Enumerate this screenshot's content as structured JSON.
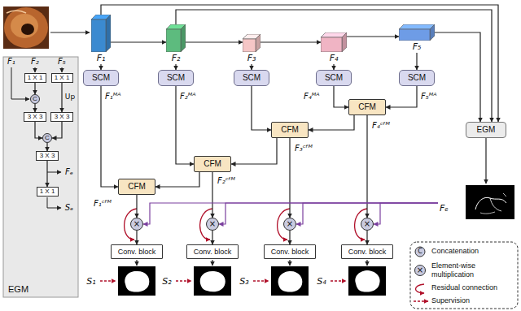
{
  "diagram": {
    "nodes": [
      {
        "text": [
          "EGM"
        ]
      },
      {
        "text": [
          "1 X 1"
        ],
        "in": 0
      },
      {
        "text": [
          "1 X 1"
        ],
        "in": 0
      },
      {
        "text": [
          "C"
        ],
        "in": 0
      },
      {
        "text": [
          "3 X 3"
        ],
        "in": 0
      },
      {
        "text": [
          "3 X 3"
        ],
        "in": 0
      },
      {
        "text": [
          "C"
        ],
        "in": 0
      },
      {
        "text": [
          "3 X 3"
        ],
        "in": 0
      },
      {
        "text": [
          "1 X 1"
        ],
        "in": 0
      },
      {
        "text": [
          "F₁"
        ]
      },
      {
        "text": [
          "F₂"
        ]
      },
      {
        "text": [
          "F₃"
        ]
      },
      {
        "text": [
          "F₄"
        ]
      },
      {
        "text": [
          "F₅"
        ]
      },
      {
        "text": [
          "SCM"
        ]
      },
      {
        "text": [
          "SCM"
        ]
      },
      {
        "text": [
          "SCM"
        ]
      },
      {
        "text": [
          "SCM"
        ]
      },
      {
        "text": [
          "SCM"
        ]
      },
      {
        "text": [
          "EGM"
        ]
      },
      {
        "text": [
          "CFM"
        ]
      },
      {
        "text": [
          "CFM"
        ]
      },
      {
        "text": [
          "CFM"
        ]
      },
      {
        "text": [
          "CFM"
        ]
      },
      {
        "text": [
          "Fₑ"
        ]
      },
      {
        "text": [
          "×"
        ]
      },
      {
        "text": [
          "×"
        ]
      },
      {
        "text": [
          "×"
        ]
      },
      {
        "text": [
          "×"
        ]
      },
      {
        "text": [
          "Conv. block"
        ]
      },
      {
        "text": [
          "Conv. block"
        ]
      },
      {
        "text": [
          "Conv. block"
        ]
      },
      {
        "text": [
          "Conv. block"
        ]
      }
    ],
    "edges": [
      {
        "from": 1,
        "to": 3,
        "arrow": "to"
      },
      {
        "from": 2,
        "to": 5,
        "arrow": "to"
      },
      {
        "from": 3,
        "to": 4,
        "arrow": "to"
      },
      {
        "from": 4,
        "to": 6,
        "arrow": "to"
      },
      {
        "from": 5,
        "to": 6,
        "arrow": "to"
      },
      {
        "from": 6,
        "to": 7,
        "arrow": "to"
      },
      {
        "from": 7,
        "to": 8,
        "arrow": "to"
      },
      {
        "from": 9,
        "to": 10,
        "arrow": "to"
      },
      {
        "from": 10,
        "to": 11,
        "arrow": "to"
      },
      {
        "from": 11,
        "to": 12,
        "arrow": "to"
      },
      {
        "from": 12,
        "to": 13,
        "arrow": "to"
      },
      {
        "from": 9,
        "to": 14,
        "arrow": "to"
      },
      {
        "from": 10,
        "to": 15,
        "arrow": "to"
      },
      {
        "from": 11,
        "to": 16,
        "arrow": "to"
      },
      {
        "from": 12,
        "to": 17,
        "arrow": "to"
      },
      {
        "from": 13,
        "to": 18,
        "arrow": "to"
      },
      {
        "from": 9,
        "to": 19,
        "arrow": "to"
      },
      {
        "from": 10,
        "to": 19,
        "arrow": "to"
      },
      {
        "from": 13,
        "to": 19,
        "arrow": "to"
      },
      {
        "from": 14,
        "to": 23,
        "label": "F₁ᴹᴬ",
        "arrow": "to"
      },
      {
        "from": 15,
        "to": 22,
        "label": "F₂ᴹᴬ",
        "arrow": "to"
      },
      {
        "from": 16,
        "to": 21,
        "arrow": "to"
      },
      {
        "from": 17,
        "to": 20,
        "label": "F₄ᴹᴬ",
        "arrow": "to"
      },
      {
        "from": 18,
        "to": 20,
        "label": "F₅ᴹᴬ",
        "arrow": "to"
      },
      {
        "from": 20,
        "to": 21,
        "arrow": "to"
      },
      {
        "from": 21,
        "to": 22,
        "arrow": "to"
      },
      {
        "from": 22,
        "to": 23,
        "arrow": "to"
      },
      {
        "from": 20,
        "to": 28,
        "label": "F₄ᶜᶠᴹ",
        "arrow": "to"
      },
      {
        "from": 21,
        "to": 27,
        "label": "F₃ᶜᶠᴹ",
        "arrow": "to"
      },
      {
        "from": 22,
        "to": 26,
        "label": "F₂ᶜᶠᴹ",
        "arrow": "to"
      },
      {
        "from": 23,
        "to": 25,
        "label": "F₁ᶜᶠᴹ",
        "arrow": "to"
      },
      {
        "from": 19,
        "to": 24,
        "arrow": "to"
      },
      {
        "from": 24,
        "to": 25,
        "arrow": "to"
      },
      {
        "from": 24,
        "to": 26,
        "arrow": "to"
      },
      {
        "from": 24,
        "to": 27,
        "arrow": "to"
      },
      {
        "from": 24,
        "to": 28,
        "arrow": "to"
      },
      {
        "from": 25,
        "to": 29,
        "arrow": "to"
      },
      {
        "from": 26,
        "to": 30,
        "arrow": "to"
      },
      {
        "from": 27,
        "to": 31,
        "arrow": "to"
      },
      {
        "from": 28,
        "to": 32,
        "arrow": "to"
      }
    ],
    "labels": [
      "F₁",
      "F₂",
      "F₅",
      "Up",
      "Fₑ",
      "Sₑ",
      "S₁",
      "S₂",
      "S₃",
      "S₄",
      "C",
      "×"
    ],
    "legend": [
      {
        "text": "Concatenation"
      },
      {
        "text": "Element-wise multiplication"
      },
      {
        "text": "Residual connection"
      },
      {
        "text": "Supervision"
      }
    ]
  }
}
